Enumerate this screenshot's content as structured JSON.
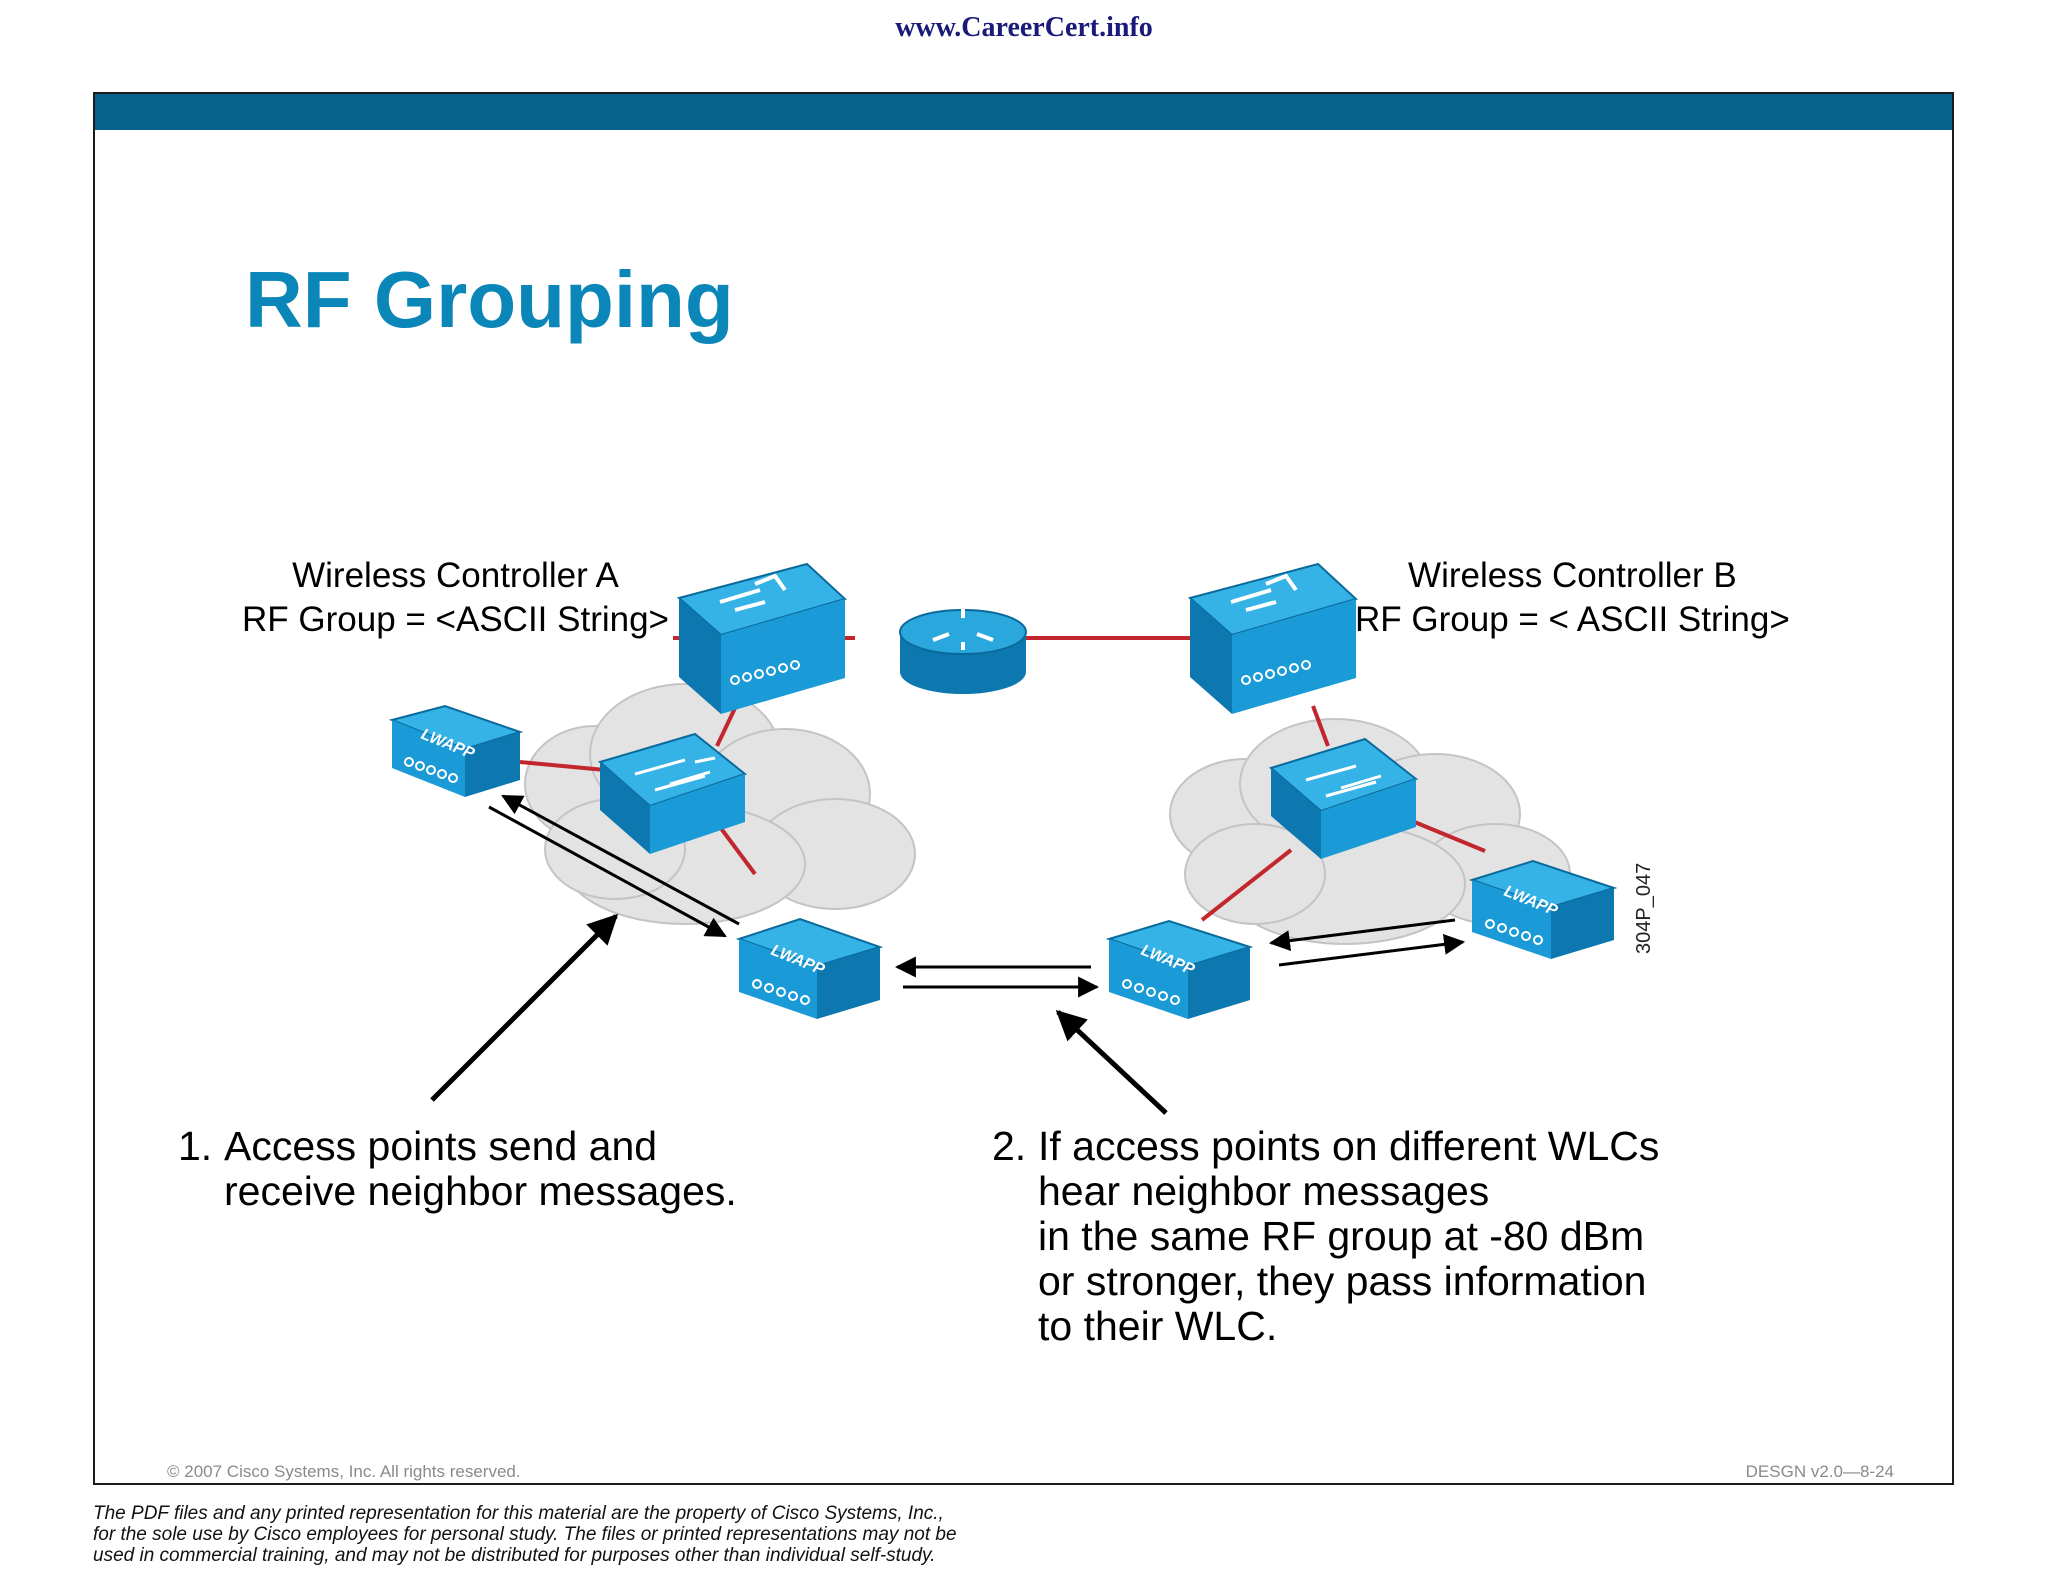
{
  "header": {
    "site_url": "www.CareerCert.info"
  },
  "slide": {
    "title": "RF Grouping",
    "controller_a": {
      "name": "Wireless Controller A",
      "rf_group": "RF Group = <ASCII String>"
    },
    "controller_b": {
      "name": "Wireless Controller B",
      "rf_group": "RF Group = < ASCII String>"
    },
    "ap_label": "LWAPP",
    "figure_id": "304P_047",
    "step1": {
      "number": "1.",
      "lines": [
        "Access points send and",
        "receive neighbor messages."
      ]
    },
    "step2": {
      "number": "2.",
      "lines": [
        "If access points on different WLCs",
        "hear neighbor messages",
        "in the same RF group at -80 dBm",
        "or stronger, they pass information",
        "to their WLC."
      ]
    },
    "copyright": "© 2007 Cisco Systems, Inc. All rights reserved.",
    "course_code": "DESGN v2.0—8-24"
  },
  "footer": {
    "disclaimer": [
      "The PDF files and any printed representation for this material are the property of Cisco Systems, Inc.,",
      "for the sole use by Cisco employees for personal study. The files or printed representations may not be",
      "used in commercial training, and may not be distributed for purposes other than individual self-study."
    ]
  },
  "colors": {
    "header_bar": "#07618a",
    "title": "#0a86b8",
    "device": "#1a9ad6",
    "link": "#c1272d"
  }
}
